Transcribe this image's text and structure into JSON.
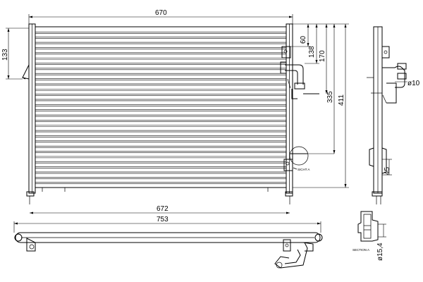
{
  "dimensions": {
    "core_width": "670",
    "left_height": "133",
    "top_offset": "60",
    "offset_138": "138",
    "offset_170": "170",
    "offset_335": "335",
    "total_height": "411",
    "bottom_width": "672",
    "overall_length": "753",
    "pipe_diameter": "ø10",
    "side_offset": "45",
    "section_diameter": "ø15,4"
  },
  "labels": {
    "detail_view": "SICHT A",
    "section_view": "SECTION A"
  },
  "core": {
    "fin_count": 30
  }
}
